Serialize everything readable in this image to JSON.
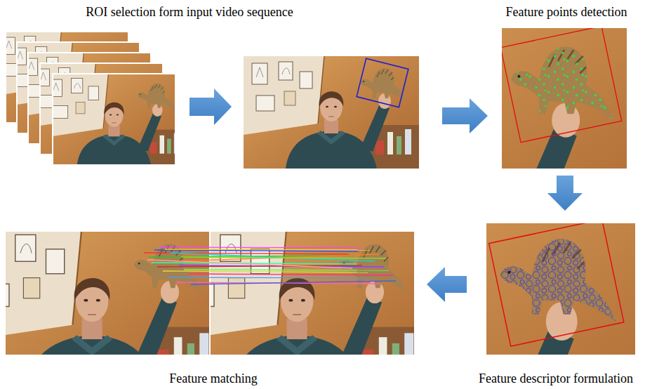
{
  "diagram": {
    "nodes": [
      {
        "text": [
          "ROI selection form input video sequence"
        ]
      },
      {
        "text": [
          "Feature points detection"
        ]
      },
      {
        "text": [
          "Feature descriptor formulation"
        ]
      },
      {
        "text": [
          "Feature matching"
        ]
      }
    ],
    "edges": [
      {
        "from": 0,
        "to": 1,
        "arrow": "to"
      },
      {
        "from": 1,
        "to": 2,
        "arrow": "to"
      },
      {
        "from": 2,
        "to": 3,
        "arrow": "to"
      }
    ]
  }
}
